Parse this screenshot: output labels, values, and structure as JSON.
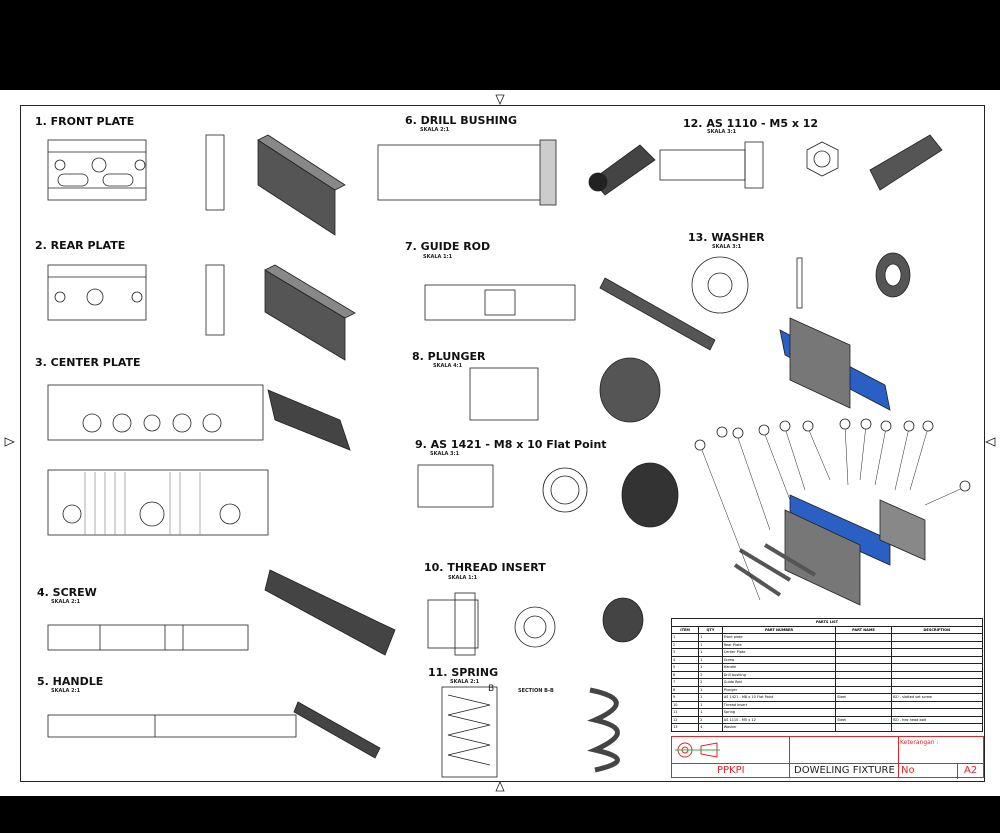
{
  "sections": [
    {
      "title": "1. FRONT PLATE",
      "scale": ""
    },
    {
      "title": "2. REAR PLATE",
      "scale": ""
    },
    {
      "title": "3. CENTER PLATE",
      "scale": ""
    },
    {
      "title": "4. SCREW",
      "scale": "SKALA 2:1"
    },
    {
      "title": "5. HANDLE",
      "scale": "SKALA 2:1"
    },
    {
      "title": "6. DRILL BUSHING",
      "scale": "SKALA 2:1"
    },
    {
      "title": "7. GUIDE ROD",
      "scale": "SKALA 1:1"
    },
    {
      "title": "8. PLUNGER",
      "scale": "SKALA 4:1"
    },
    {
      "title": "9. AS 1421 - M8 x 10 Flat Point",
      "scale": "SKALA 3:1"
    },
    {
      "title": "10. THREAD INSERT",
      "scale": "SKALA 1:1"
    },
    {
      "title": "11. SPRING",
      "scale": "SKALA 2:1"
    },
    {
      "title": "12. AS 1110 - M5 x 12",
      "scale": "SKALA 3:1"
    },
    {
      "title": "13. WASHER",
      "scale": "SKALA 3:1"
    }
  ],
  "spring_section": "SECTION B-B",
  "spring_marker": "B",
  "parts_list": {
    "title": "PARTS LIST",
    "headers": [
      "ITEM",
      "QTY",
      "PART NUMBER",
      "PART NAME",
      "DESCRIPTION"
    ],
    "rows": [
      [
        "1",
        "1",
        "Front plate",
        "",
        ""
      ],
      [
        "2",
        "1",
        "Rear Plate",
        "",
        ""
      ],
      [
        "3",
        "1",
        "Center Plate",
        "",
        ""
      ],
      [
        "4",
        "1",
        "Screw",
        "",
        ""
      ],
      [
        "5",
        "1",
        "Handle",
        "",
        ""
      ],
      [
        "6",
        "2",
        "Drill bushing",
        "",
        ""
      ],
      [
        "7",
        "2",
        "Guide Rod",
        "",
        ""
      ],
      [
        "8",
        "1",
        "Plunger",
        "",
        ""
      ],
      [
        "9",
        "1",
        "AS 1421 - M8 x 10 Flat Point",
        "Steel",
        "ISO - slotted set screw"
      ],
      [
        "10",
        "1",
        "Thread insert",
        "",
        ""
      ],
      [
        "11",
        "1",
        "Spring",
        "",
        ""
      ],
      [
        "12",
        "2",
        "AS 1110 - M5 x 12",
        "Steel",
        "ISO - hex head bolt"
      ],
      [
        "13",
        "4",
        "Washer",
        "",
        ""
      ]
    ]
  },
  "title_block": {
    "company": "PPKPI",
    "drawing_title": "DOWELING FIXTURE",
    "number_label": "No",
    "sheet_size": "A2",
    "notes_label": "Keterangan :"
  },
  "colors": {
    "title_block": "#e0262b",
    "assembly_blue": "#2a5fc4",
    "projection_symbol": "#2ab24a"
  }
}
